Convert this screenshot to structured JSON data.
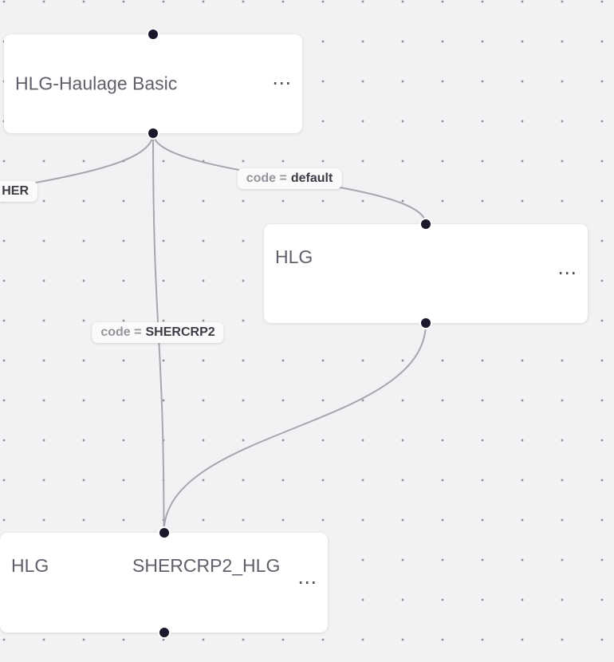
{
  "canvas": {
    "background_color": "#f2f2f4",
    "dot_color": "#90909a"
  },
  "nodes": [
    {
      "title": "HLG-Haulage Basic",
      "menu_icon": "⋯"
    },
    {
      "title": "HLG",
      "menu_icon": "⋯"
    },
    {
      "title": "HLG",
      "type_label": "SHERCRP2_HLG",
      "menu_icon": "⋯"
    }
  ],
  "edge_labels": [
    {
      "value": "HER"
    },
    {
      "prefix": "code =",
      "value": "default"
    },
    {
      "prefix": "code =",
      "value": "SHERCRP2"
    }
  ],
  "colors": {
    "edge_stroke": "#a6a6ae",
    "handle_fill": "#1a192b",
    "node_background": "#ffffff",
    "node_title": "#60606a",
    "label_background": "#fafafb",
    "label_prefix": "#94949c",
    "label_value": "#3c3c45"
  }
}
